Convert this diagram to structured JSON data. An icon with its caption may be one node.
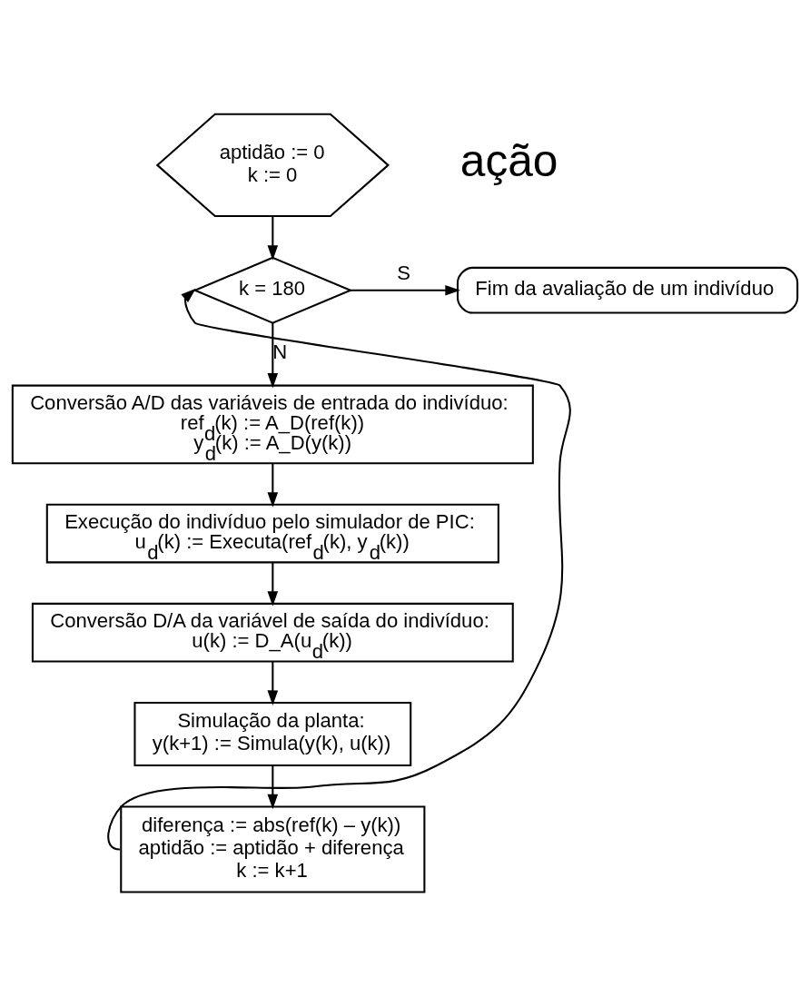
{
  "diagram": {
    "nodes": [
      {
        "text": [
          "aptidão := 0",
          "k := 0"
        ]
      },
      {
        "text": [
          "k = 180"
        ]
      },
      {
        "text": [
          "Fim da avaliação de um indivíduo"
        ]
      },
      {
        "text": [
          "Conversão A/D das variáveis de entrada do indivíduo:",
          "ref$_{d}$(k) := A_D(ref(k))",
          "y$_{d}$(k) := A_D(y(k))"
        ]
      },
      {
        "text": [
          "Execução do indivíduo pelo simulador de PIC:",
          "u$_{d}$(k) := Executa(ref$_{d}$(k), y$_{d}$(k))"
        ]
      },
      {
        "text": [
          "Conversão D/A da variável de saída do indivíduo:",
          "u(k) := D_A(u$_{d}$(k))"
        ]
      },
      {
        "text": [
          "Simulação da planta:",
          "y(k+1) := Simula(y(k), u(k))"
        ]
      },
      {
        "text": [
          "diferença := abs(ref(k) – y(k))",
          "aptidão := aptidão + diferença",
          "k := k+1"
        ]
      }
    ],
    "edges": [
      {
        "from": 0,
        "to": 1,
        "arrow": "to"
      },
      {
        "from": 1,
        "to": 2,
        "arrow": "to",
        "label": "S"
      },
      {
        "from": 1,
        "to": 3,
        "arrow": "to",
        "label": "N"
      },
      {
        "from": 3,
        "to": 4,
        "arrow": "to"
      },
      {
        "from": 4,
        "to": 5,
        "arrow": "to"
      },
      {
        "from": 5,
        "to": 6,
        "arrow": "to"
      },
      {
        "from": 6,
        "to": 7,
        "arrow": "to"
      },
      {
        "from": 7,
        "to": 1,
        "arrow": "to"
      }
    ],
    "labels": [
      "ação"
    ]
  }
}
